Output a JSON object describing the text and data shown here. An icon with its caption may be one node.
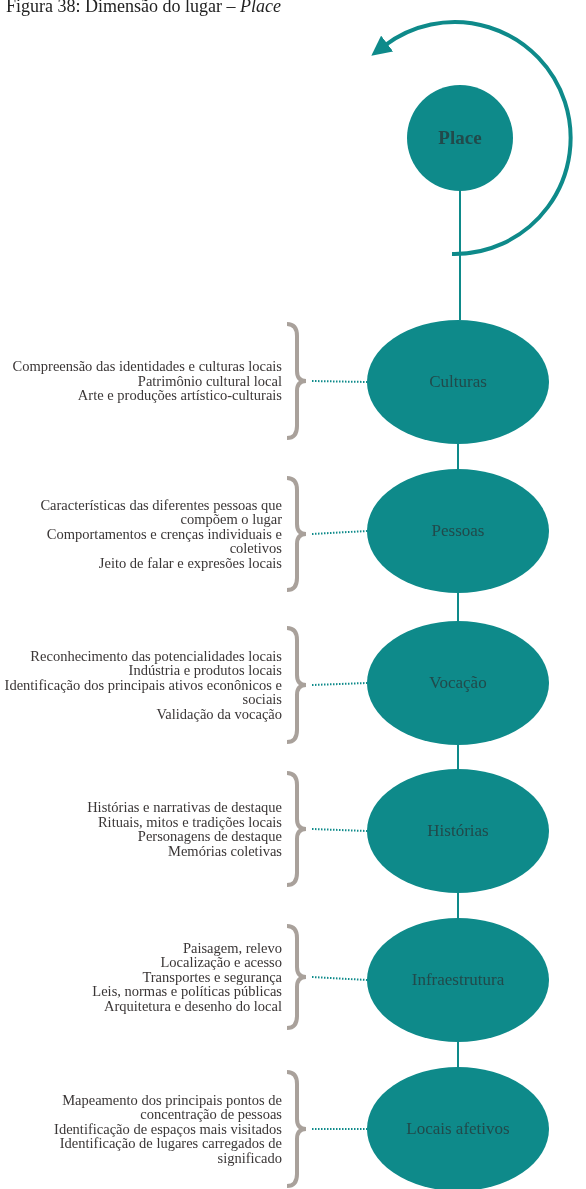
{
  "diagram": {
    "title": "Figura 38: Dimensão do lugar – *Place*",
    "nodes": [
      {
        "text": [
          "Place"
        ]
      },
      {
        "text": [
          "Compreensão das identidades e culturas locais",
          "Patrimônio cultural local",
          "Arte e produções artístico-culturais"
        ]
      },
      {
        "text": [
          "Culturas"
        ]
      },
      {
        "text": [
          "Características das diferentes pessoas que compõem o lugar",
          "Comportamentos e crenças individuais e coletivos",
          "Jeito de falar e expresões locais"
        ]
      },
      {
        "text": [
          "Pessoas"
        ]
      },
      {
        "text": [
          "Reconhecimento das potencialidades locais",
          "Indústria e produtos locais",
          "Identificação dos principais ativos econônicos e sociais",
          "Validação da vocação"
        ]
      },
      {
        "text": [
          "Vocação"
        ]
      },
      {
        "text": [
          "Histórias e narrativas de destaque",
          "Rituais, mitos e tradições locais",
          "Personagens de destaque",
          "Memórias coletivas"
        ]
      },
      {
        "text": [
          "Histórias"
        ]
      },
      {
        "text": [
          "Paisagem, relevo",
          "Localização e acesso",
          "Transportes e segurança",
          "Leis, normas e políticas públicas",
          "Arquitetura e desenho do local"
        ]
      },
      {
        "text": [
          "Infraestrutura"
        ]
      },
      {
        "text": [
          "Mapeamento dos principais pontos de concentração de pessoas",
          "Identificação de espaços mais visitados",
          "Identificação de lugares carregados de significado"
        ]
      },
      {
        "text": [
          "Locais afetivos"
        ]
      }
    ],
    "edges": [
      {
        "from": 0,
        "to": 2,
        "arrow": "none"
      },
      {
        "from": 1,
        "to": 2,
        "arrow": "none",
        "style": "dashed"
      },
      {
        "from": 2,
        "to": 4,
        "arrow": "none"
      },
      {
        "from": 3,
        "to": 4,
        "arrow": "none",
        "style": "dashed"
      },
      {
        "from": 4,
        "to": 6,
        "arrow": "none"
      },
      {
        "from": 5,
        "to": 6,
        "arrow": "none",
        "style": "dashed"
      },
      {
        "from": 6,
        "to": 8,
        "arrow": "none"
      },
      {
        "from": 7,
        "to": 8,
        "arrow": "none",
        "style": "dashed"
      },
      {
        "from": 8,
        "to": 10,
        "arrow": "none"
      },
      {
        "from": 9,
        "to": 10,
        "arrow": "none",
        "style": "dashed"
      },
      {
        "from": 10,
        "to": 12,
        "arrow": "none"
      },
      {
        "from": 11,
        "to": 12,
        "arrow": "none",
        "style": "dashed"
      }
    ]
  }
}
